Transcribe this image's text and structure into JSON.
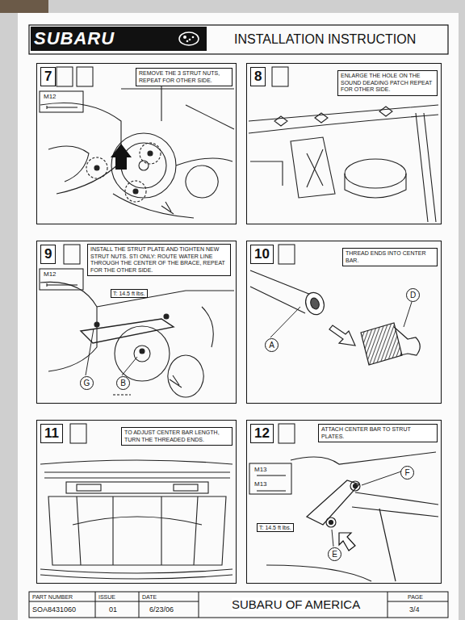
{
  "diagram": {
    "title": "INSTALLATION INSTRUCTION",
    "nodes": [
      {
        "text": [
          "7",
          "REMOVE THE 3 STRUT NUTS, REPEAT FOR OTHER SIDE."
        ]
      },
      {
        "text": [
          "8",
          "ENLARGE THE HOLE ON THE SOUND DEADING PATCH REPEAT FOR OTHER SIDE."
        ]
      },
      {
        "text": [
          "9",
          "INSTALL THE STRUT PLATE AND TIGHTEN NEW STRUT NUTS. STI ONLY: ROUTE WATER LINE THROUGH THE CENTER OF THE BRACE, REPEAT FOR THE OTHER SIDE."
        ]
      },
      {
        "text": [
          "G"
        ],
        "in": 2
      },
      {
        "text": [
          "B"
        ],
        "in": 2
      },
      {
        "text": [
          "10",
          "THREAD ENDS INTO CENTER BAR."
        ]
      },
      {
        "text": [
          "A"
        ],
        "in": 5
      },
      {
        "text": [
          "D"
        ],
        "in": 5
      },
      {
        "text": [
          "11",
          "TO ADJUST CENTER BAR LENGTH, TURN THE THREADED ENDS."
        ]
      },
      {
        "text": [
          "12",
          "ATTACH CENTER BAR TO STRUT PLATES."
        ]
      },
      {
        "text": [
          "F"
        ],
        "in": 9
      },
      {
        "text": [
          "E"
        ],
        "in": 9
      }
    ],
    "labels": [
      "SUBARU",
      "M12",
      "M12",
      "T: 14.5 ft lbs.",
      "M13",
      "M13",
      "T: 14.5 ft lbs.",
      "PART NUMBER",
      "SOA8431060",
      "ISSUE",
      "01",
      "DATE",
      "6/23/06",
      "SUBARU OF AMERICA",
      "PAGE",
      "3/4"
    ]
  }
}
